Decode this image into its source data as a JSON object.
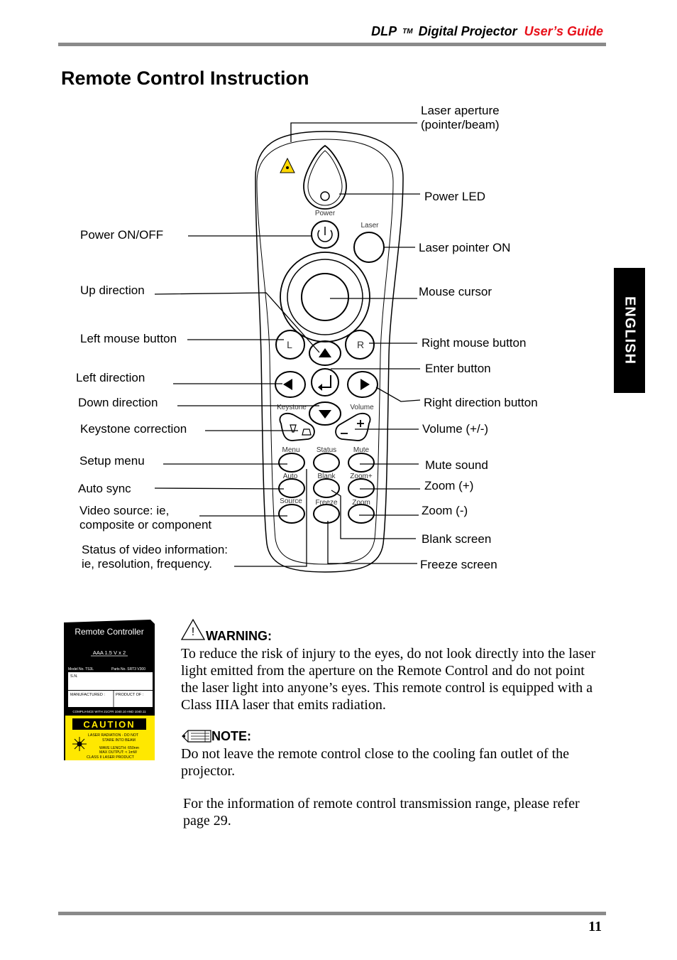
{
  "header": {
    "dlp": "DLP",
    "tm": "TM",
    "product": "Digital Projector",
    "guide": "User’s Guide"
  },
  "title": "Remote Control Instruction",
  "side_tab": "ENGLISH",
  "remote_labels": {
    "power": "Power",
    "laser": "Laser",
    "l": "L",
    "r": "R",
    "keystone": "Keystone",
    "volume": "Volume",
    "menu": "Menu",
    "status": "Status",
    "mute": "Mute",
    "auto": "Auto",
    "blank": "Blank",
    "zoom_plus": "Zoom+",
    "source": "Source",
    "freeze": "Freeze",
    "zoom": "Zoom"
  },
  "callouts": {
    "laser_aperture_1": "Laser aperture",
    "laser_aperture_2": "(pointer/beam)",
    "power_led": "Power LED",
    "power_onoff": "Power ON/OFF",
    "laser_pointer_on": "Laser pointer ON",
    "up_direction": "Up direction",
    "mouse_cursor": "Mouse cursor",
    "left_mouse": "Left mouse button",
    "right_mouse": "Right mouse button",
    "left_direction": "Left direction",
    "enter_button": "Enter button",
    "down_direction": "Down direction",
    "right_direction": "Right direction button",
    "keystone_correction": "Keystone correction",
    "volume": "Volume (+/-)",
    "setup_menu": "Setup menu",
    "mute_sound": "Mute sound",
    "auto_sync": "Auto sync",
    "zoom_plus": "Zoom (+)",
    "video_source_1": "Video source: ie,",
    "video_source_2": "composite or component",
    "zoom_minus": "Zoom (-)",
    "blank_screen": "Blank screen",
    "status_1": "Status of video information:",
    "status_2": "ie, resolution, frequency.",
    "freeze_screen": "Freeze screen"
  },
  "label_card": {
    "title": "Remote Controller",
    "battery": "AAA 1.5 V x 2",
    "model": "Model No. TS3L",
    "parts": "Parts No. SRT3 V300",
    "sn": "S.N.",
    "manufactured": "MANUFACTURED :",
    "product_of": "PRODUCT OF :",
    "compliance": "COMPLIANCE WITH 21CFR 1040.10 AND 1040.11",
    "caution": "CAUTION",
    "caution_1": "LASER RADIATION - DO NOT",
    "caution_2": "STARE INTO BEAM",
    "caution_3": "WAVE LENGTH: 650nm",
    "caution_4": "MAX OUTPUT: < 1mW",
    "caution_5": "CLASS II LASER PRODUCT"
  },
  "warning": {
    "title": "WARNING:",
    "text": "To reduce the risk of injury to the eyes, do not look directly into the laser light emitted from the aperture on the Remote Control and do not point the laser light into anyone’s eyes. This remote control is equipped with a Class IIIA laser that emits radiation."
  },
  "note": {
    "title": "NOTE:",
    "text": "Do not leave the remote control close to the cooling fan outlet of the projector."
  },
  "range_note": "For the information of remote control transmission range, please refer page 29.",
  "page_number": "11",
  "colors": {
    "header_red": "#e8101a",
    "rule_gray": "#8a8a8a",
    "caution_yellow": "#ffe800"
  }
}
